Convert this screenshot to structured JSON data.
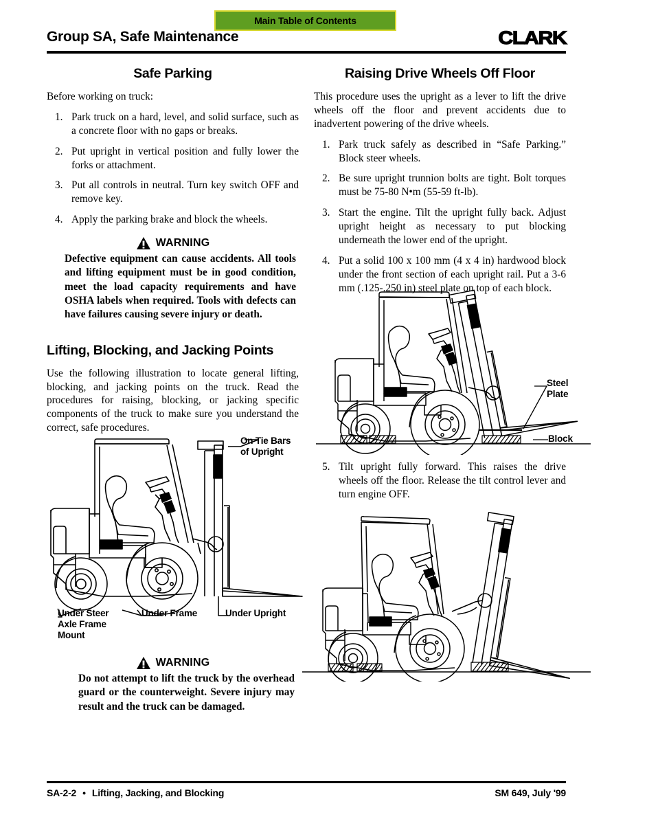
{
  "header": {
    "toc_button_label": "Main Table of Contents",
    "title": "Group SA, Safe Maintenance",
    "brand": "CLARK",
    "button_bg": "#5f9e21",
    "button_border": "#d8d82e"
  },
  "left_column": {
    "section1": {
      "title": "Safe Parking",
      "intro": "Before working on truck:",
      "steps": [
        {
          "num": "1.",
          "text": "Park truck on a hard, level, and solid surface, such as a concrete floor with no gaps or breaks."
        },
        {
          "num": "2.",
          "text": "Put upright in vertical position and fully lower the forks or attachment."
        },
        {
          "num": "3.",
          "text": "Put all controls in neutral. Turn key switch OFF and remove key."
        },
        {
          "num": "4.",
          "text": "Apply the parking brake and block the wheels."
        }
      ],
      "warning": {
        "label": "WARNING",
        "text": "Defective equipment can cause accidents. All tools and lifting equipment must be in good condition, meet the load capacity requirements and have OSHA labels when required. Tools with defects can have failures causing severe injury or death."
      }
    },
    "section2": {
      "title": "Lifting, Blocking, and Jacking Points",
      "intro": "Use the following illustration to locate general lifting, blocking, and jacking points on the truck. Read the procedures for raising, blocking, or jacking specific components of the truck to make sure you understand the correct, safe procedures.",
      "figure_labels": {
        "tie_bars": "On Tie Bars\nof Upright",
        "under_steer": "Under Steer\nAxle Frame\nMount",
        "under_frame": "Under Frame",
        "under_upright": "Under Upright",
        "truck_decal": "CLARK",
        "upright_decal": "CLARK"
      },
      "warning": {
        "label": "WARNING",
        "text": "Do not attempt to lift the truck by the overhead guard or the counterweight. Severe injury may result and the truck can be damaged."
      }
    }
  },
  "right_column": {
    "section1": {
      "title": "Raising Drive Wheels Off Floor",
      "intro": "This procedure uses the upright as a lever to lift the drive wheels off the floor and prevent accidents due to inadvertent powering of the drive wheels.",
      "steps": [
        {
          "num": "1.",
          "text": "Park truck safely as described in “Safe Parking.” Block steer wheels."
        },
        {
          "num": "2.",
          "text": "Be sure upright trunnion bolts are tight. Bolt torques must be 75-80 N•m (55-59 ft-lb)."
        },
        {
          "num": "3.",
          "text": "Start the engine. Tilt the upright fully back. Adjust upright height as necessary to put blocking underneath the lower end of the upright."
        },
        {
          "num": "4.",
          "text": "Put a solid 100 x 100 mm (4 x 4 in) hardwood block under the front section of each upright rail. Put a 3-6 mm (.125-.250 in) steel plate on top of each block."
        }
      ],
      "figure1_labels": {
        "steel_plate": "Steel\nPlate",
        "block": "Block",
        "truck_decal": "CLARK",
        "upright_decal": "CLARK"
      },
      "steps_cont": [
        {
          "num": "5.",
          "text": "Tilt upright fully forward. This raises the drive wheels off the floor. Release the tilt control lever and turn engine OFF."
        }
      ],
      "figure2_labels": {
        "truck_decal": "CLARK",
        "upright_decal": "CLARK"
      }
    }
  },
  "footer": {
    "page_number": "SA-2-2",
    "separator": "•",
    "section": "Lifting, Jacking, and Blocking",
    "manual": "SM 649, July '99"
  }
}
